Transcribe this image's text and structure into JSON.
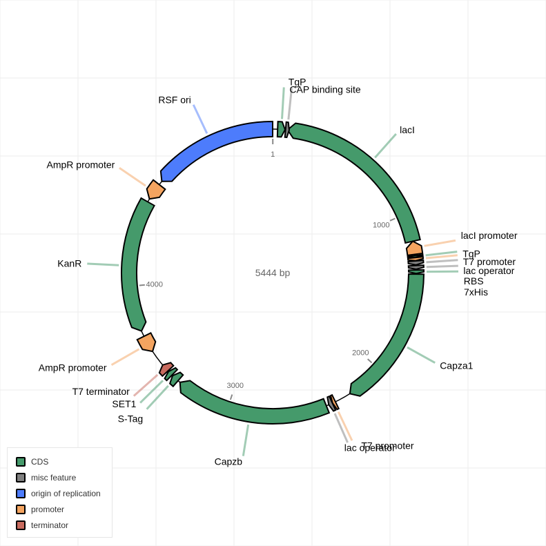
{
  "map": {
    "total_length_bp": 5444,
    "length_label": "5444 bp",
    "tick_labels": [
      "1",
      "1000",
      "2000",
      "3000",
      "4000"
    ],
    "ticks_bp": [
      1,
      1000,
      2000,
      3000,
      4000
    ]
  },
  "colors": {
    "CDS": "#459a6b",
    "misc_feature": "#808080",
    "origin_of_replication": "#4d7cfc",
    "promoter": "#f4a460",
    "terminator": "#c86b5f"
  },
  "features": [
    {
      "name": "lacI",
      "type": "CDS",
      "start": 90,
      "end": 1170,
      "strand": "-",
      "label": "lacI"
    },
    {
      "name": "lacI promoter",
      "type": "promoter",
      "start": 1170,
      "end": 1250,
      "strand": "-",
      "label": "lacI promoter"
    },
    {
      "name": "T7 promoter",
      "type": "promoter",
      "start": 1270,
      "end": 1289,
      "strand": "+",
      "label": "T7 promoter"
    },
    {
      "name": "lac operator",
      "type": "misc_feature",
      "start": 1290,
      "end": 1314,
      "strand": "+",
      "label": "lac operator"
    },
    {
      "name": "RBS",
      "type": "misc_feature",
      "start": 1318,
      "end": 1340,
      "strand": "+",
      "label": "RBS"
    },
    {
      "name": "TgP",
      "type": "CDS",
      "start": 1258,
      "end": 1268,
      "strand": "+",
      "label": "TgP"
    },
    {
      "name": "7xHis",
      "type": "CDS",
      "start": 1345,
      "end": 1366,
      "strand": "+",
      "label": "7xHis"
    },
    {
      "name": "Capza1",
      "type": "CDS",
      "start": 1370,
      "end": 2230,
      "strand": "+",
      "label": "Capza1"
    },
    {
      "name": "T7 promoter 2",
      "type": "promoter",
      "start": 2330,
      "end": 2349,
      "strand": "+",
      "label": "T7 promoter"
    },
    {
      "name": "lac operator 2",
      "type": "misc_feature",
      "start": 2350,
      "end": 2374,
      "strand": "+",
      "label": "lac operator"
    },
    {
      "name": "Capzb",
      "type": "CDS",
      "start": 2390,
      "end": 3330,
      "strand": "+",
      "label": "Capzb"
    },
    {
      "name": "S-Tag",
      "type": "CDS",
      "start": 3345,
      "end": 3390,
      "strand": "+",
      "label": "S-Tag"
    },
    {
      "name": "SET1",
      "type": "CDS",
      "start": 3395,
      "end": 3425,
      "strand": "+",
      "label": "SET1"
    },
    {
      "name": "T7 terminator",
      "type": "terminator",
      "start": 3430,
      "end": 3478,
      "strand": "+",
      "label": "T7 terminator"
    },
    {
      "name": "AmpR promoter",
      "type": "promoter",
      "start": 3580,
      "end": 3685,
      "strand": "-",
      "label": "AmpR promoter"
    },
    {
      "name": "KanR",
      "type": "CDS",
      "start": 3720,
      "end": 4530,
      "strand": "-",
      "label": "KanR"
    },
    {
      "name": "AmpR promoter 2",
      "type": "promoter",
      "start": 4550,
      "end": 4655,
      "strand": "-",
      "label": "AmpR promoter"
    },
    {
      "name": "RSF ori",
      "type": "origin_of_replication",
      "start": 4680,
      "end": 5444,
      "strand": "-",
      "label": "RSF ori"
    },
    {
      "name": "TgP 2",
      "type": "CDS",
      "start": 30,
      "end": 75,
      "strand": "+",
      "label": "TgP"
    },
    {
      "name": "CAP binding site",
      "type": "misc_feature",
      "start": 78,
      "end": 100,
      "strand": "+",
      "label": "CAP binding site"
    }
  ],
  "legend": [
    {
      "label": "CDS",
      "color": "#459a6b"
    },
    {
      "label": "misc feature",
      "color": "#808080"
    },
    {
      "label": "origin of replication",
      "color": "#4d7cfc"
    },
    {
      "label": "promoter",
      "color": "#f4a460"
    },
    {
      "label": "terminator",
      "color": "#c86b5f"
    }
  ]
}
